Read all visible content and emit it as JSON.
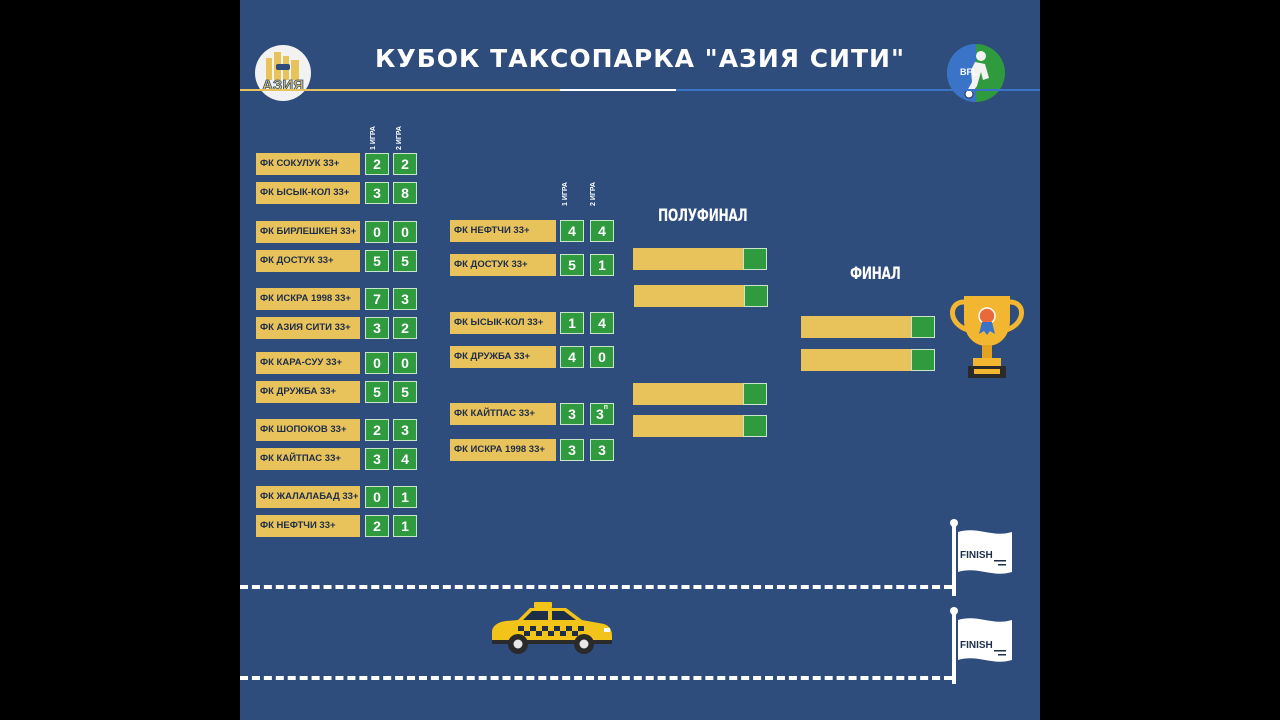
{
  "title": "КУБОК ТАКСОПАРКА \"АЗИЯ СИТИ\"",
  "logo_left_text": "АЗИЯ",
  "logo_right_text": "BFL",
  "game_labels": [
    "1 ИГРА",
    "2 ИГРА"
  ],
  "round1": [
    {
      "team": "ФК СОКУЛУК 33+",
      "g1": "2",
      "g2": "2"
    },
    {
      "team": "ФК ЫСЫК-КОЛ 33+",
      "g1": "3",
      "g2": "8"
    },
    {
      "team": "ФК БИРЛЕШКЕН 33+",
      "g1": "0",
      "g2": "0"
    },
    {
      "team": "ФК ДОСТУК 33+",
      "g1": "5",
      "g2": "5"
    },
    {
      "team": "ФК ИСКРА 1998 33+",
      "g1": "7",
      "g2": "3"
    },
    {
      "team": "ФК АЗИЯ СИТИ 33+",
      "g1": "3",
      "g2": "2"
    },
    {
      "team": "ФК КАРА-СУУ 33+",
      "g1": "0",
      "g2": "0"
    },
    {
      "team": "ФК ДРУЖБА 33+",
      "g1": "5",
      "g2": "5"
    },
    {
      "team": "ФК ШОПОКОВ 33+",
      "g1": "2",
      "g2": "3"
    },
    {
      "team": "ФК КАЙТПАС 33+",
      "g1": "3",
      "g2": "4"
    },
    {
      "team": "ФК ЖАЛАЛАБАД 33+",
      "g1": "0",
      "g2": "1"
    },
    {
      "team": "ФК НЕФТЧИ 33+",
      "g1": "2",
      "g2": "1"
    }
  ],
  "round2": [
    {
      "team": "ФК НЕФТЧИ 33+",
      "g1": "4",
      "g2": "4"
    },
    {
      "team": "ФК ДОСТУК 33+",
      "g1": "5",
      "g2": "1"
    },
    {
      "team": "ФК ЫСЫК-КОЛ 33+",
      "g1": "1",
      "g2": "4"
    },
    {
      "team": "ФК ДРУЖБА 33+",
      "g1": "4",
      "g2": "0"
    },
    {
      "team": "ФК КАЙТПАС 33+",
      "g1": "3",
      "g2": "3",
      "g2_note": "п"
    },
    {
      "team": "ФК ИСКРА 1998 33+",
      "g1": "3",
      "g2": "3"
    }
  ],
  "semifinal_label": "ПОЛУФИНАЛ",
  "final_label": "ФИНАЛ",
  "finish_label": "FINISH",
  "colors": {
    "background": "#2e4c7c",
    "team_bar": "#e8c25a",
    "score_box": "#2f9a3e"
  }
}
